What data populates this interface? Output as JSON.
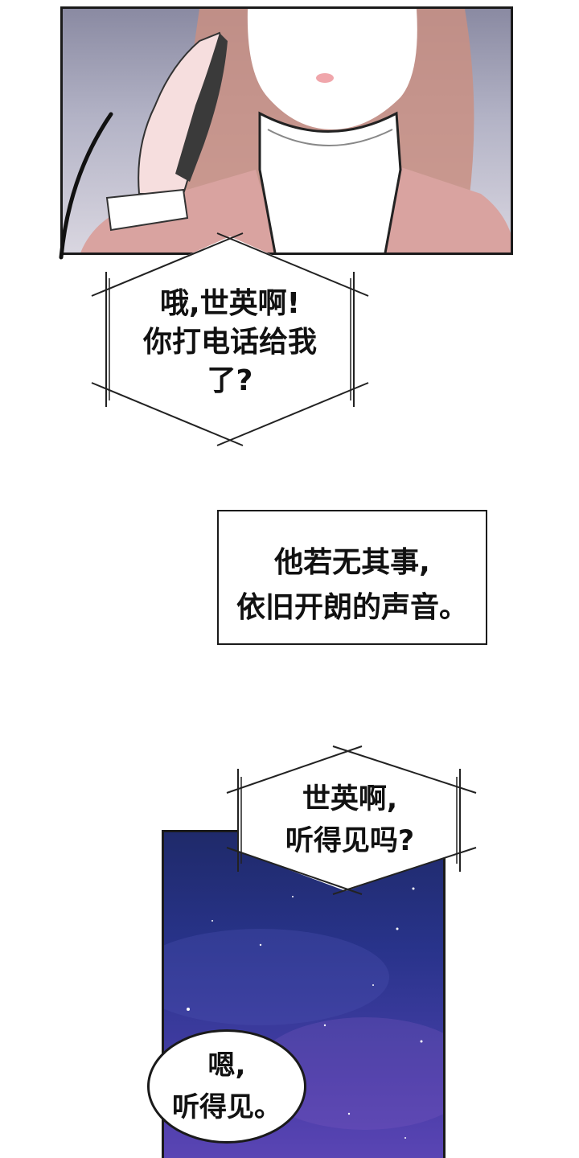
{
  "panels": {
    "top_panel": {
      "description_icon": "phone-call-illustration"
    },
    "bottom_panel": {
      "description_icon": "night-sky-illustration"
    }
  },
  "bubbles": {
    "first": {
      "text": "哦,世英啊!\n你打电话给我\n了?"
    },
    "second": {
      "text": "世英啊,\n听得见吗?"
    },
    "reply": {
      "text": "嗯,\n听得见。"
    }
  },
  "narration": {
    "text": "他若无其事,\n依旧开朗的声音。"
  },
  "colors": {
    "ink": "#1a1a1a",
    "sky_top": "#1f2a6a",
    "sky_bottom": "#5a45b4",
    "jacket": "#d9a3a0",
    "hair": "#c98f82"
  }
}
